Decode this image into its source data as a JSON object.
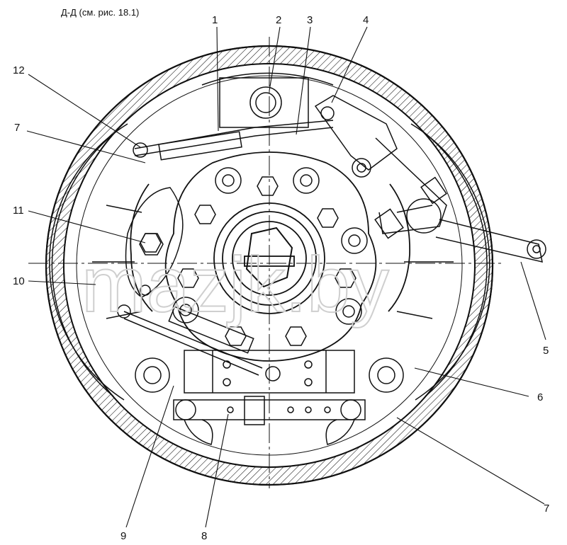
{
  "caption": "Д-Д (см. рис. 18.1)",
  "watermark": "mazjk.by",
  "callouts": [
    "1",
    "2",
    "3",
    "4",
    "12",
    "7",
    "11",
    "10",
    "5",
    "6",
    "7",
    "9",
    "8"
  ],
  "colors": {
    "ink": "#111111",
    "paper": "#ffffff",
    "watermark": "#cfcfcf"
  }
}
